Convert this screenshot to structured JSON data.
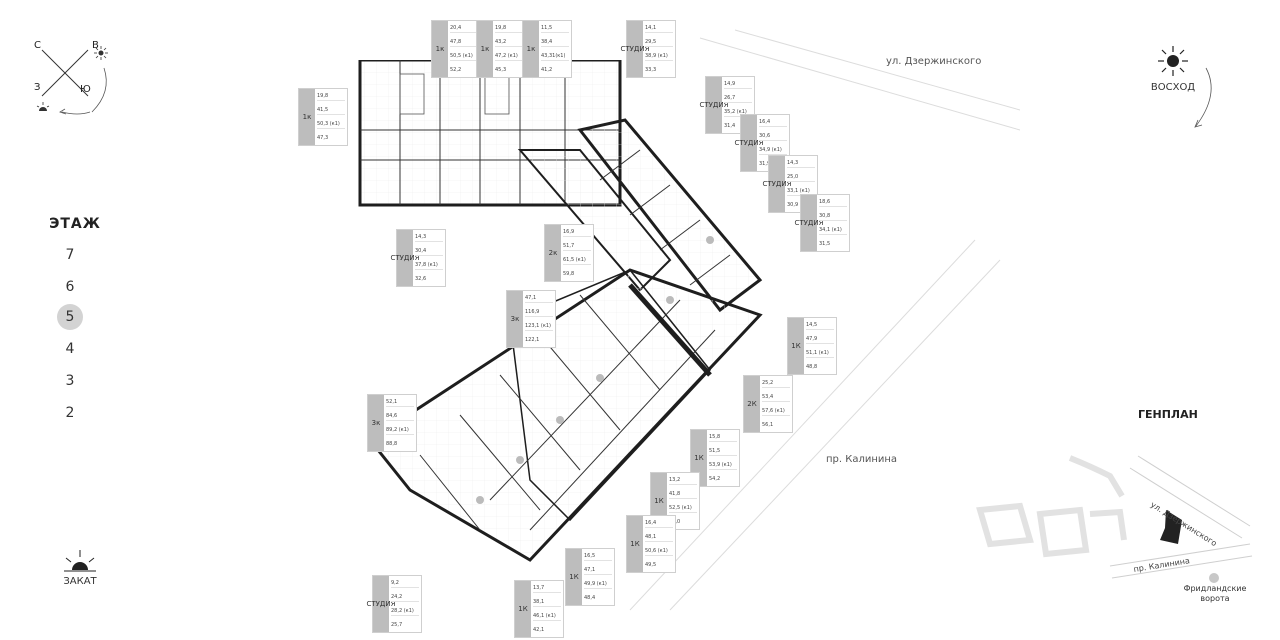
{
  "compass": {
    "n": "С",
    "e": "В",
    "w": "З",
    "s": "Ю"
  },
  "floor_selector": {
    "title": "ЭТАЖ",
    "floors": [
      "7",
      "6",
      "5",
      "4",
      "3",
      "2"
    ],
    "active": "5"
  },
  "sunrise_label": "ВОСХОД",
  "sunset_label": "ЗАКАТ",
  "streets": {
    "top": "ул. Дзержинского",
    "mid": "пр. Калинина"
  },
  "apartments": [
    {
      "type": "1к",
      "values": [
        "20,4",
        "47,8",
        "50,5 (к1)",
        "52,2"
      ]
    },
    {
      "type": "1к",
      "values": [
        "19,8",
        "43,2",
        "47,2 (к1)",
        "45,3"
      ]
    },
    {
      "type": "1к",
      "values": [
        "11,5",
        "38,4",
        "43,31(к1)",
        "41,2"
      ]
    },
    {
      "type": "СТУДИЯ",
      "values": [
        "14,1",
        "29,5",
        "38,9 (к1)",
        "33,3"
      ]
    },
    {
      "type": "1к",
      "values": [
        "19,8",
        "41,5",
        "50,3 (к1)",
        "47,3"
      ]
    },
    {
      "type": "СТУДИЯ",
      "values": [
        "14,9",
        "26,7",
        "35,2 (к1)",
        "31,4"
      ]
    },
    {
      "type": "СТУДИЯ",
      "values": [
        "16,4",
        "30,6",
        "34,9 (к1)",
        "31,9"
      ]
    },
    {
      "type": "СТУДИЯ",
      "values": [
        "14,3",
        "25,0",
        "33,1 (к1)",
        "30,9"
      ]
    },
    {
      "type": "СТУДИЯ",
      "values": [
        "18,6",
        "30,8",
        "34,1 (к1)",
        "31,5"
      ]
    },
    {
      "type": "СТУДИЯ",
      "values": [
        "14,3",
        "30,4",
        "37,8 (к1)",
        "32,6"
      ]
    },
    {
      "type": "2к",
      "values": [
        "16,9",
        "51,7",
        "61,5 (к1)",
        "59,8"
      ]
    },
    {
      "type": "3к",
      "values": [
        "47,1",
        "116,9",
        "123,1 (к1)",
        "122,1"
      ]
    },
    {
      "type": "1К",
      "values": [
        "14,5",
        "47,9",
        "51,1 (к1)",
        "48,8"
      ]
    },
    {
      "type": "2К",
      "values": [
        "25,2",
        "53,4",
        "57,6 (к1)",
        "56,1"
      ]
    },
    {
      "type": "3к",
      "values": [
        "52,1",
        "84,6",
        "89,2 (к1)",
        "88,8"
      ]
    },
    {
      "type": "1К",
      "values": [
        "15,8",
        "51,5",
        "53,9 (к1)",
        "54,2"
      ]
    },
    {
      "type": "1К",
      "values": [
        "13,2",
        "41,8",
        "52,5 (к1)",
        "48,0"
      ]
    },
    {
      "type": "1К",
      "values": [
        "16,4",
        "48,1",
        "50,6 (к1)",
        "49,5"
      ]
    },
    {
      "type": "1К",
      "values": [
        "16,5",
        "47,1",
        "49,9 (к1)",
        "48,4"
      ]
    },
    {
      "type": "СТУДИЯ",
      "values": [
        "9,2",
        "24,2",
        "28,2 (к1)",
        "25,7"
      ]
    },
    {
      "type": "1К",
      "values": [
        "13,7",
        "38,1",
        "46,1 (к1)",
        "42,1"
      ]
    }
  ],
  "genplan": {
    "title": "ГЕНПЛАН",
    "street_top": "ул. Дзержинского",
    "street_bottom": "пр. Калинина",
    "gate_line1": "Фридландские",
    "gate_line2": "ворота"
  },
  "colors": {
    "card_type_bg": "#bdbdbd",
    "active_floor": "#d3d3d3",
    "wall": "#1e1e1e"
  }
}
